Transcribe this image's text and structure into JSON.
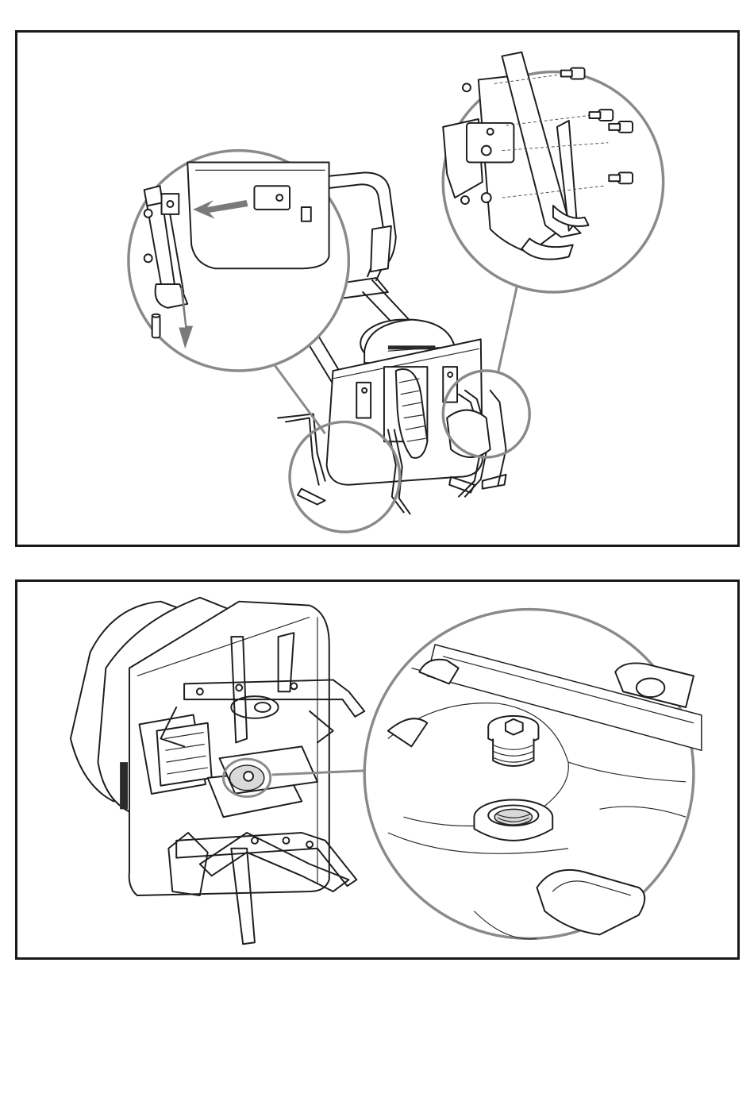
{
  "panels": [
    {
      "id": "top",
      "callouts": [
        "arm-release-detail",
        "bolt-assembly-detail",
        "left-tine-detail",
        "right-tine-detail"
      ],
      "arrows": [
        "left",
        "down"
      ]
    },
    {
      "id": "bottom",
      "callouts": [
        "oil-plug-detail"
      ]
    }
  ],
  "colors": {
    "border": "#1a1a1a",
    "callout_ring": "#8a8a8a",
    "arrow": "#7a7a7a",
    "line": "#1e1e1e"
  }
}
